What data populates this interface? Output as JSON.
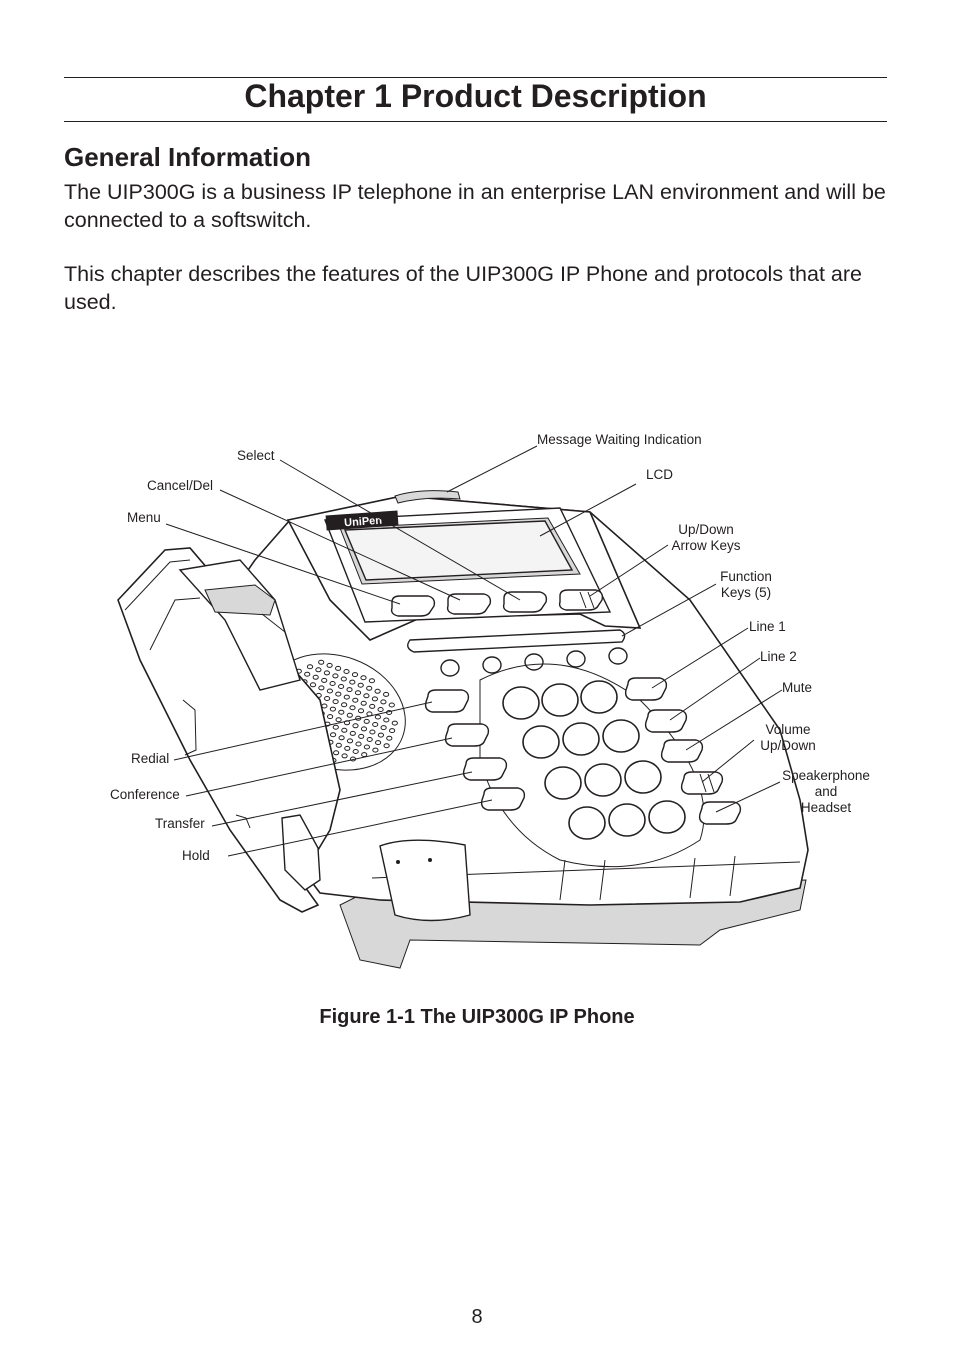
{
  "header": {
    "chapter_title": "Chapter 1 Product Description"
  },
  "section": {
    "heading": "General Information",
    "paragraphs": [
      "The UIP300G is a business IP telephone in an enterprise LAN environment and will be connected to a softswitch.",
      "This chapter describes the features of the UIP300G IP Phone and protocols that are used."
    ]
  },
  "figure": {
    "brand_logo": "UniPen",
    "labels": {
      "message_waiting": "Message Waiting Indication",
      "select": "Select",
      "lcd": "LCD",
      "cancel_del": "Cancel/Del",
      "menu": "Menu",
      "up_down_arrow_keys": [
        "Up/Down",
        "Arrow Keys"
      ],
      "function_keys": [
        "Function",
        "Keys (5)"
      ],
      "line1": "Line 1",
      "line2": "Line 2",
      "mute": "Mute",
      "volume": [
        "Volume",
        "Up/Down"
      ],
      "speakerphone": [
        "Speakerphone",
        "and",
        "Headset"
      ],
      "redial": "Redial",
      "conference": "Conference",
      "transfer": "Transfer",
      "hold": "Hold"
    },
    "caption": "Figure 1-1 The UIP300G IP Phone"
  },
  "page_number": "8"
}
